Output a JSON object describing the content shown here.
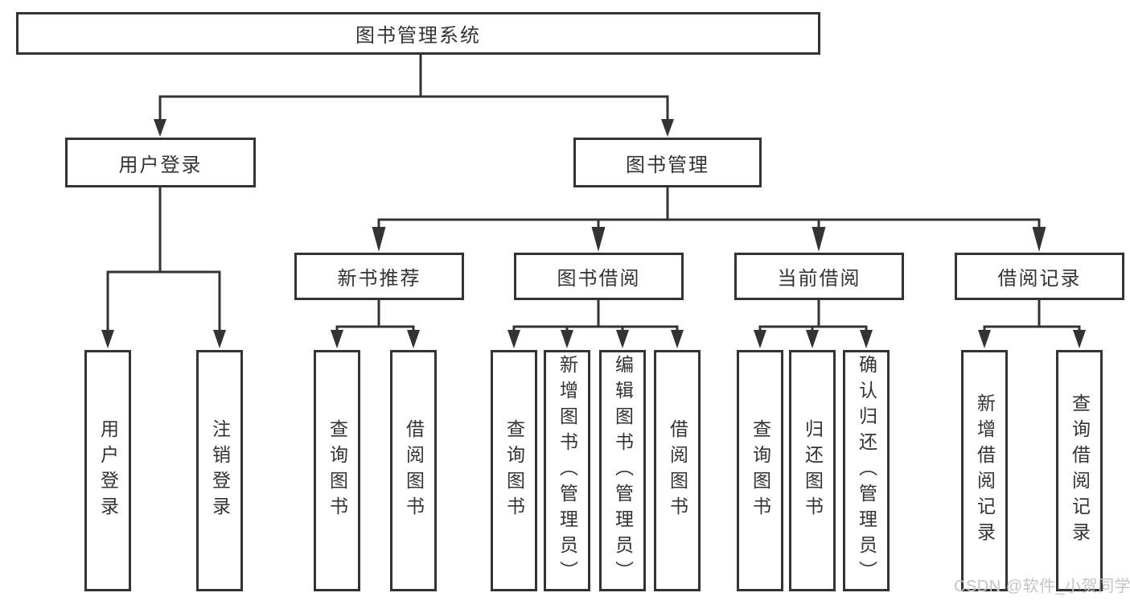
{
  "diagram": {
    "type": "hierarchy-tree",
    "watermark": "CSDN @软件_小贺同学",
    "colors": {
      "line": "#333333",
      "text": "#333333",
      "box_background": "#ffffff",
      "background": "#ffffff",
      "watermark": "#c4c4c4"
    },
    "nodes": {
      "root": {
        "label": "图书管理系统"
      },
      "user_login": {
        "label": "用户登录"
      },
      "book_mgmt": {
        "label": "图书管理"
      },
      "new_book_rec": {
        "label": "新书推荐"
      },
      "book_borrow": {
        "label": "图书借阅"
      },
      "current_borrow": {
        "label": "当前借阅"
      },
      "borrow_record": {
        "label": "借阅记录"
      },
      "leaf_user_login": {
        "label": "用户登录"
      },
      "leaf_logout_login": {
        "label": "注销登录"
      },
      "leaf_query_book_rec": {
        "label": "查询图书"
      },
      "leaf_borrow_book_rec": {
        "label": "借阅图书"
      },
      "leaf_query_book_borrow": {
        "label": "查询图书"
      },
      "leaf_add_book_admin": {
        "label": "新增图书（管理员）"
      },
      "leaf_edit_book_admin": {
        "label": "编辑图书（管理员）"
      },
      "leaf_borrow_book_borrow": {
        "label": "借阅图书"
      },
      "leaf_query_book_current": {
        "label": "查询图书"
      },
      "leaf_return_book": {
        "label": "归还图书"
      },
      "leaf_confirm_return_admin": {
        "label": "确认归还（管理员）"
      },
      "leaf_add_borrow_record": {
        "label": "新增借阅记录"
      },
      "leaf_query_borrow_record": {
        "label": "查询借阅记录"
      }
    },
    "hierarchy": {
      "图书管理系统": {
        "用户登录": [
          "用户登录",
          "注销登录"
        ],
        "图书管理": {
          "新书推荐": [
            "查询图书",
            "借阅图书"
          ],
          "图书借阅": [
            "查询图书",
            "新增图书（管理员）",
            "编辑图书（管理员）",
            "借阅图书"
          ],
          "当前借阅": [
            "查询图书",
            "归还图书",
            "确认归还（管理员）"
          ],
          "借阅记录": [
            "新增借阅记录",
            "查询借阅记录"
          ]
        }
      }
    }
  }
}
